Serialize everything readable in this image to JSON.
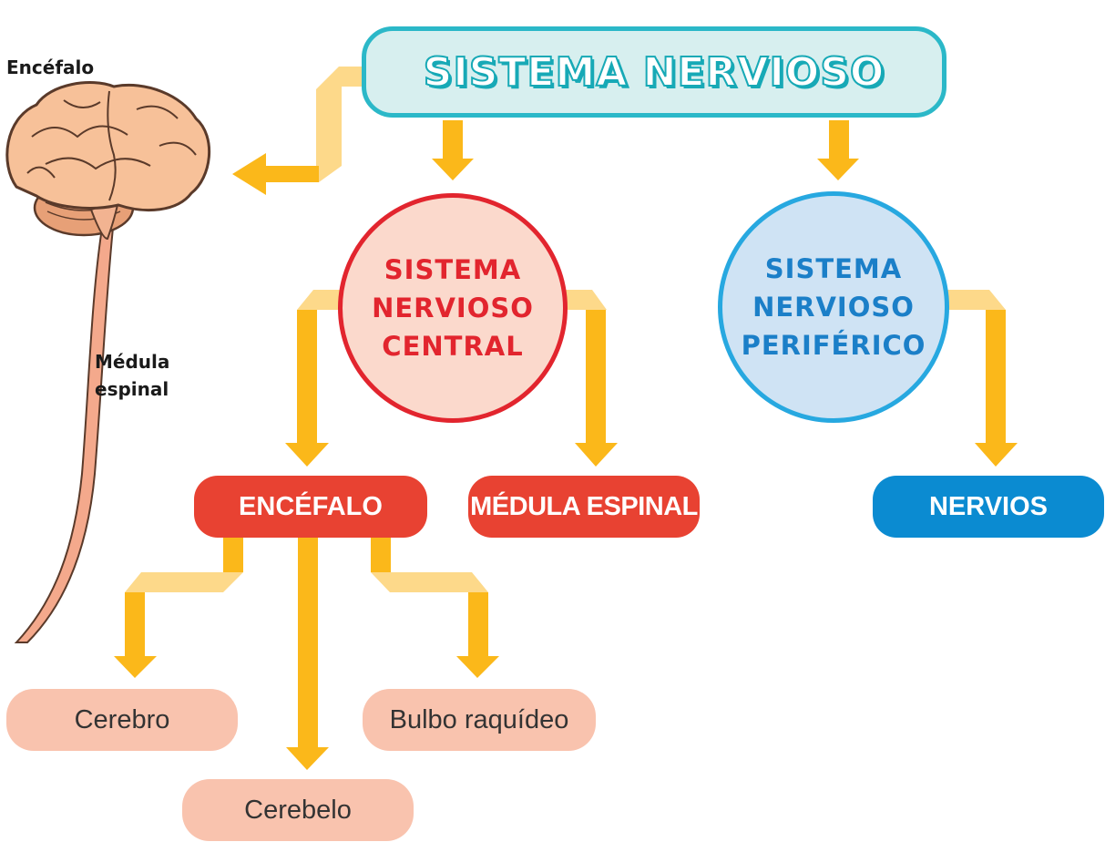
{
  "illustration": {
    "label_encefalo": "Encéfalo",
    "label_medula_line1": "Médula",
    "label_medula_line2": "espinal"
  },
  "title": "SISTEMA NERVIOSO",
  "central": {
    "line1": "SISTEMA",
    "line2": "NERVIOSO",
    "line3": "CENTRAL"
  },
  "periferico": {
    "line1": "SISTEMA",
    "line2": "NERVIOSO",
    "line3": "PERIFÉRICO"
  },
  "nodes": {
    "encefalo": "ENCÉFALO",
    "medula": "MÉDULA ESPINAL",
    "nervios": "NERVIOS"
  },
  "leaves": {
    "cerebro": "Cerebro",
    "cerebelo": "Cerebelo",
    "bulbo": "Bulbo raquídeo"
  },
  "colors": {
    "arrow": "#fbb81a",
    "arrow_light": "#fdd98a",
    "central_red": "#e2252e",
    "periferico_blue": "#1b7fc8",
    "title_teal": "#2bb8c8"
  }
}
